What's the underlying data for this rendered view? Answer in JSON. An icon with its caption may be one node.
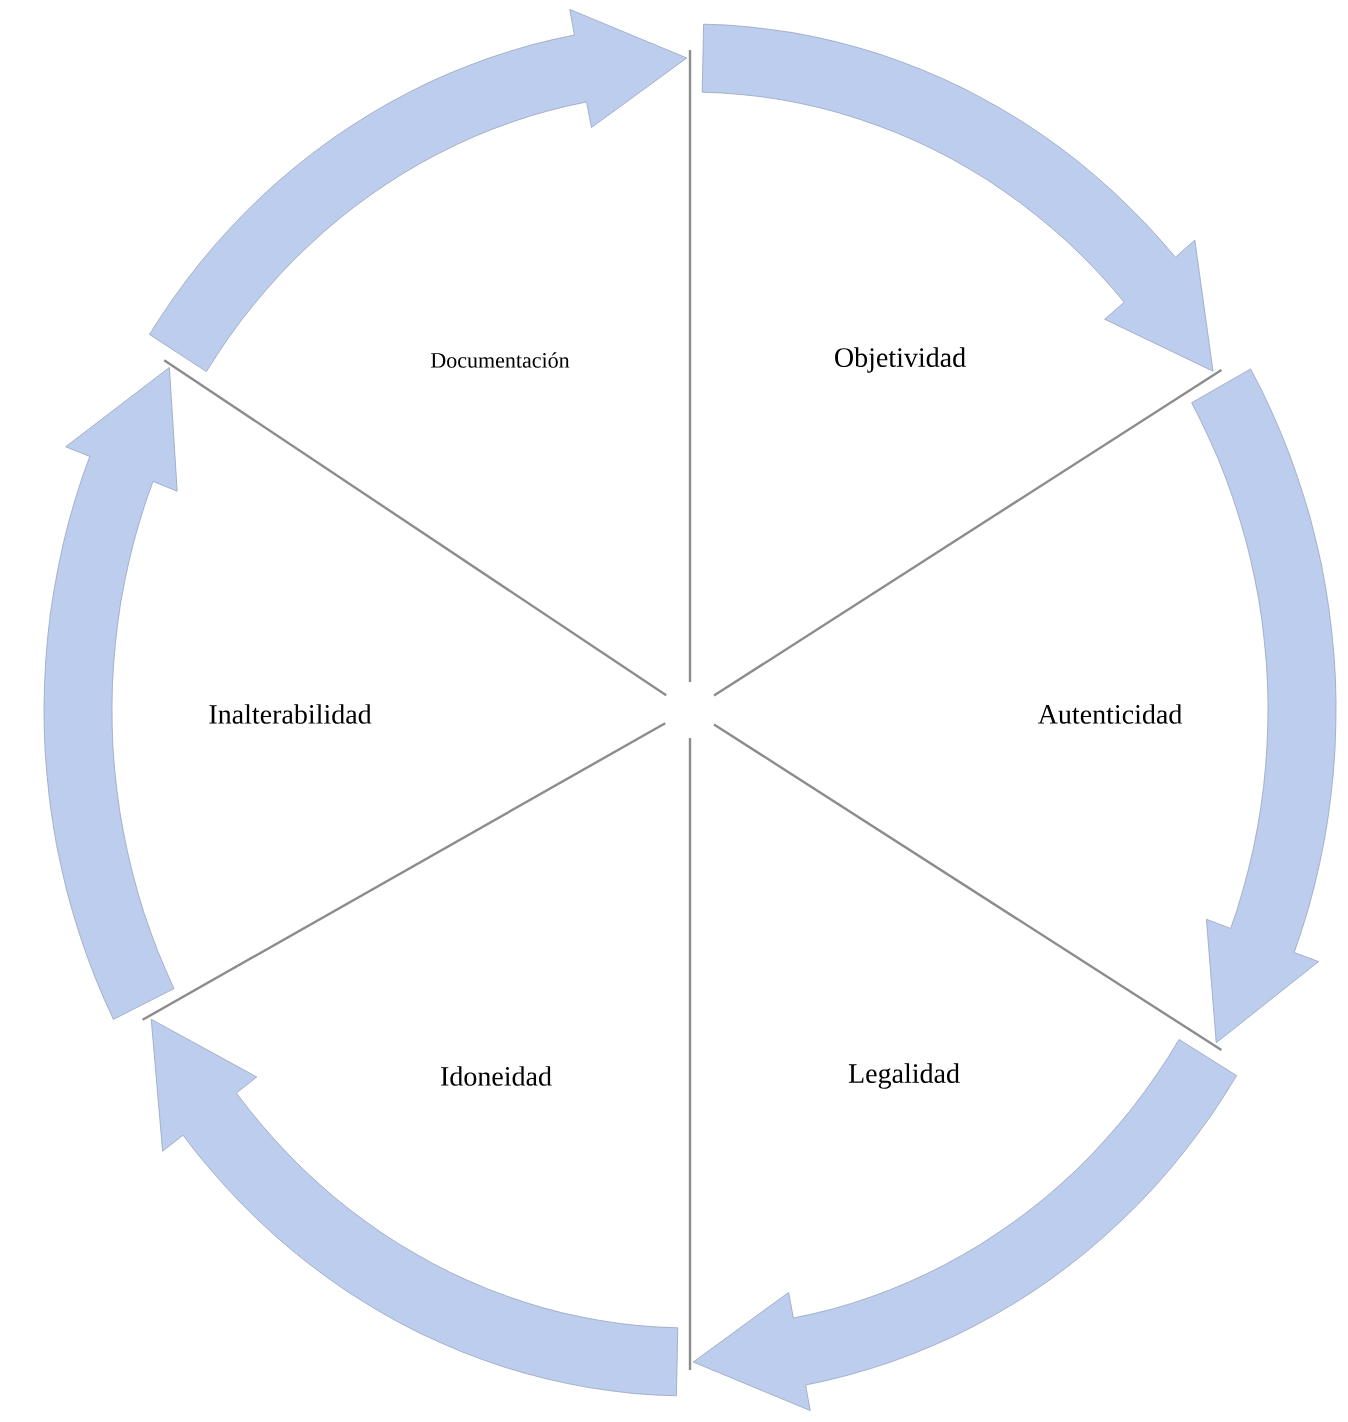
{
  "diagram": {
    "nodes": [
      {
        "text": [
          "Documentación"
        ]
      },
      {
        "text": [
          "Objetividad"
        ]
      },
      {
        "text": [
          "Autenticidad"
        ]
      },
      {
        "text": [
          "Legalidad"
        ]
      },
      {
        "text": [
          "Idoneidad"
        ]
      },
      {
        "text": [
          "Inalterabilidad"
        ]
      }
    ]
  }
}
